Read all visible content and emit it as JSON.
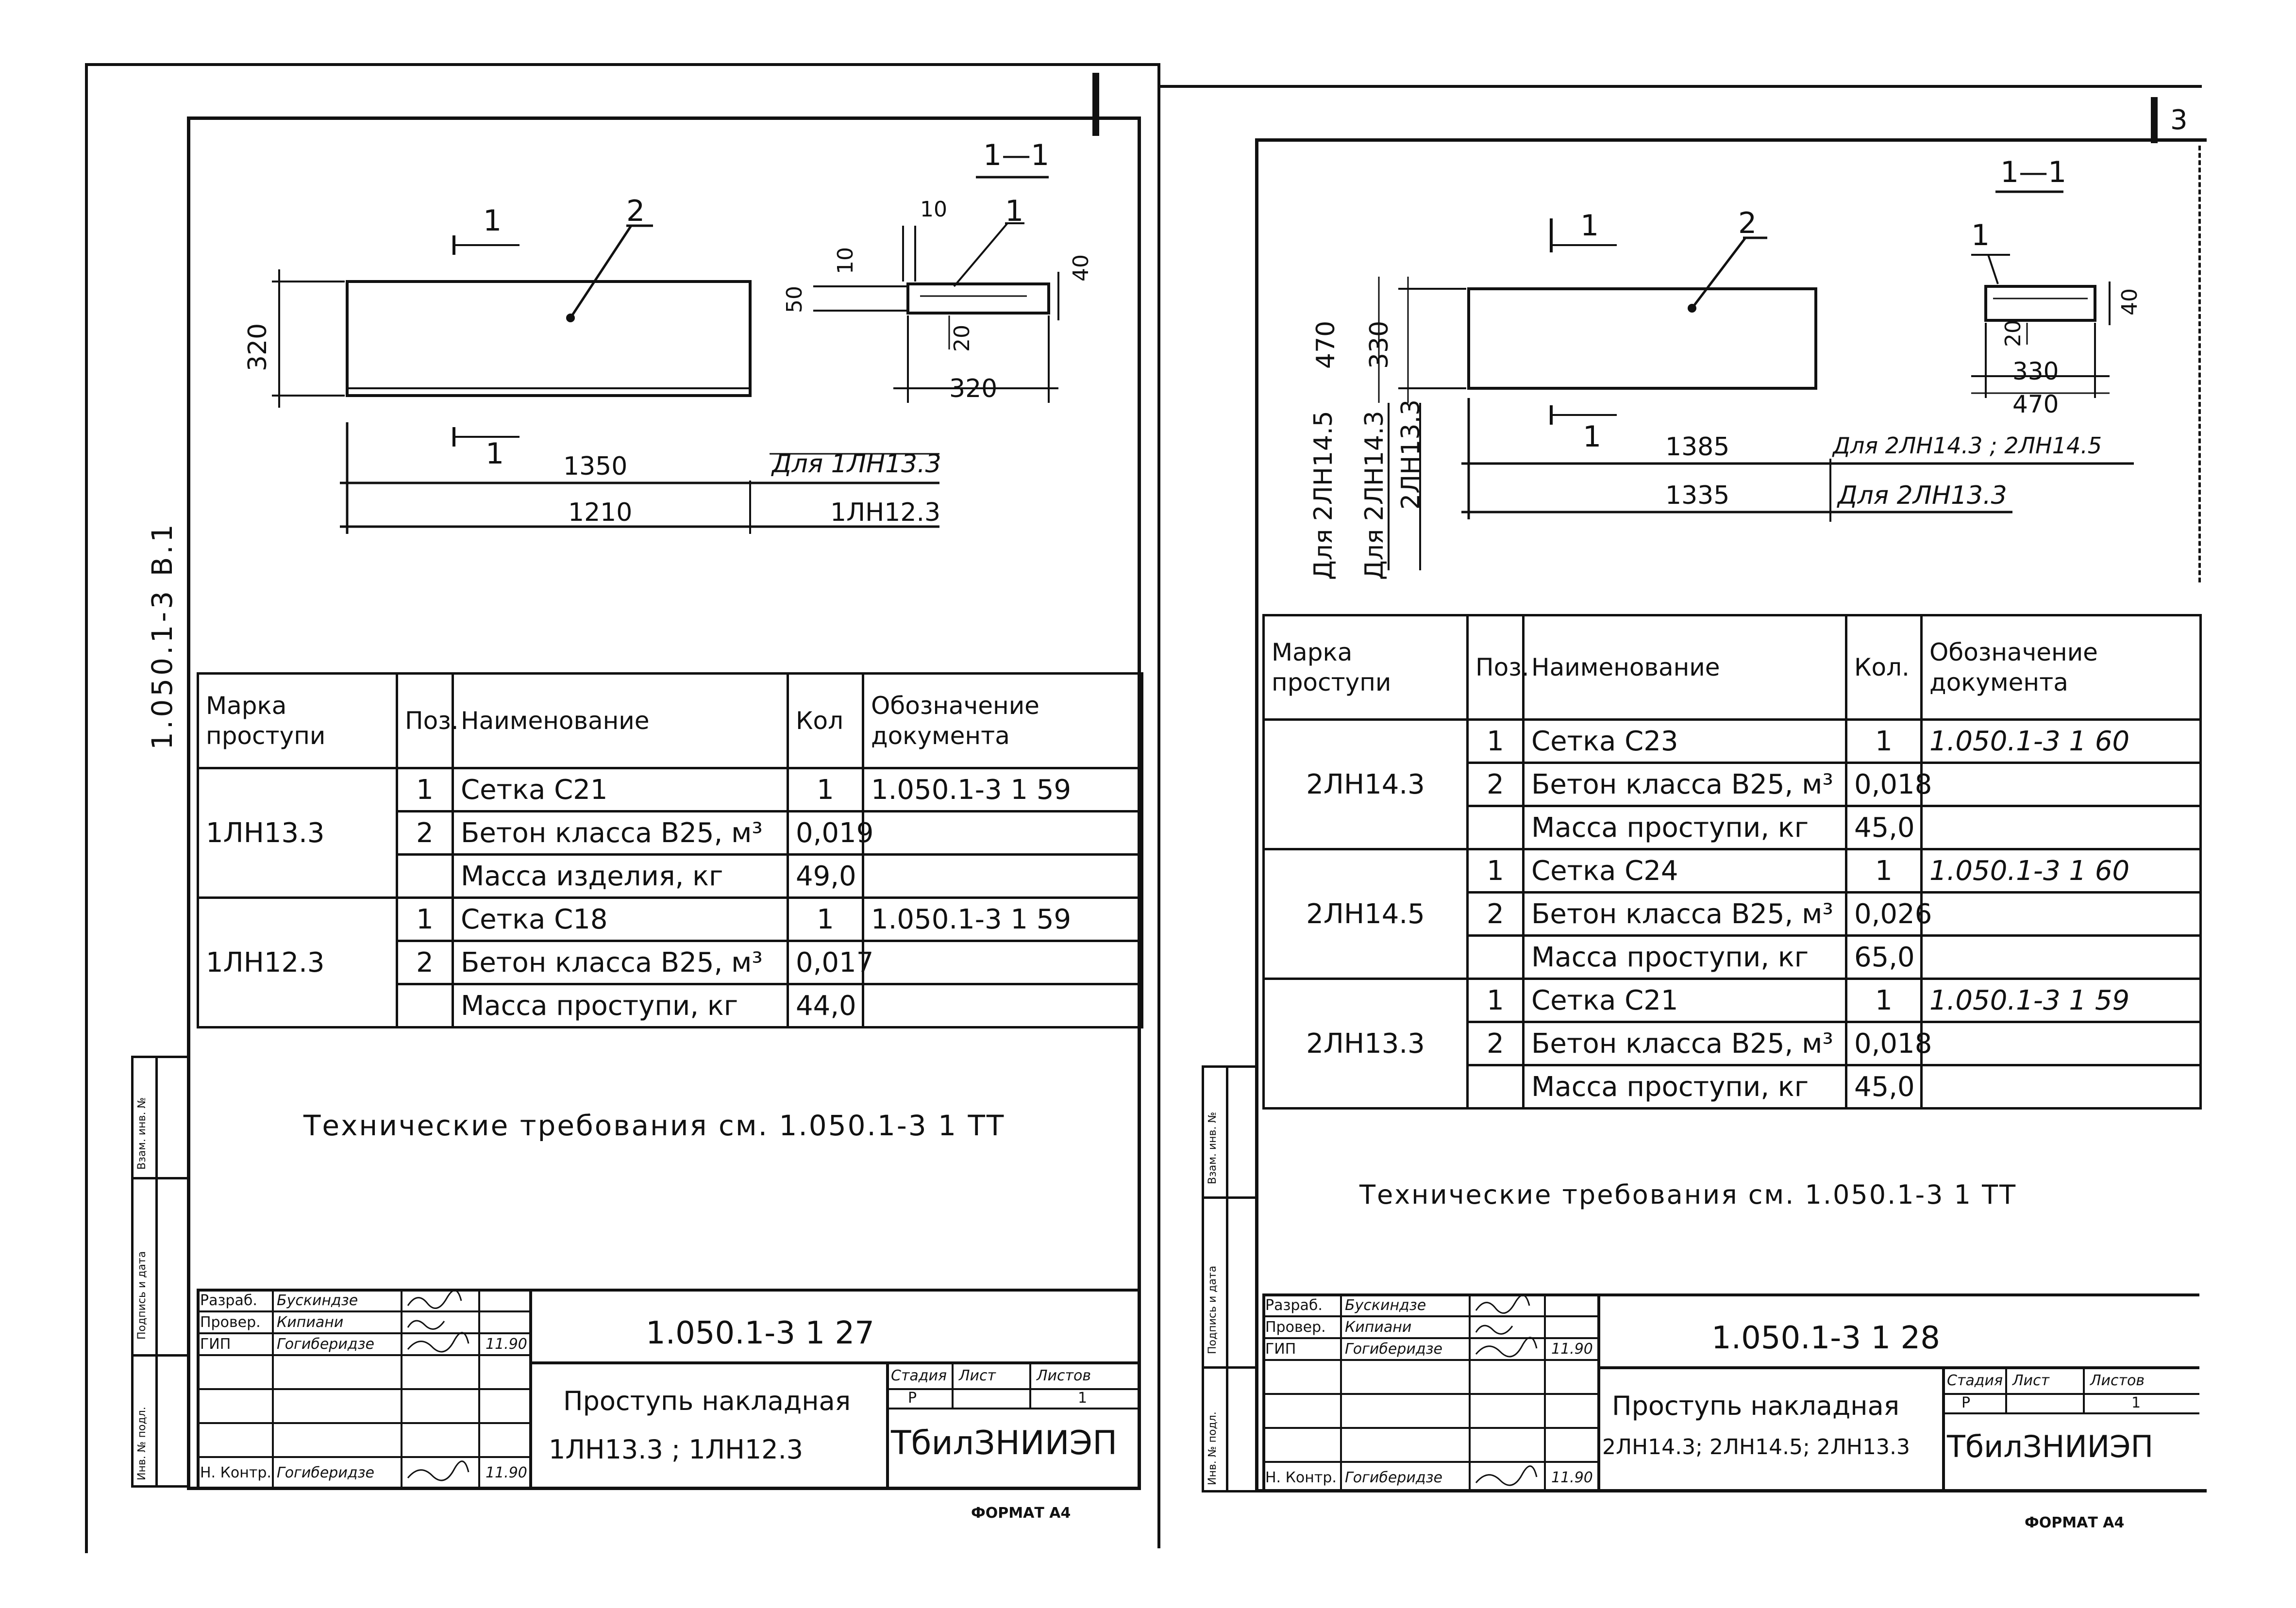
{
  "left": {
    "side_code": "1.050.1-3  В.1",
    "corner_mark": "",
    "drawing": {
      "section_title": "1—1",
      "cut_label_top": "1",
      "cut_label_bottom": "1",
      "pos_2": "2",
      "pos_1": "1",
      "dim_height": "320",
      "dim_len_1": "1350",
      "dim_len_2": "1210",
      "note_len_1": "Для 1ЛН13.3",
      "note_len_2": "1ЛН12.3",
      "sec_dim_10a": "10",
      "sec_dim_10b": "10",
      "sec_dim_50": "50",
      "sec_dim_40": "40",
      "sec_dim_20": "20",
      "sec_dim_width": "320"
    },
    "table": {
      "headers": [
        "Марка проступи",
        "Поз.",
        "Наименование",
        "Кол",
        "Обозначение документа"
      ],
      "groups": [
        {
          "mark": "1ЛН13.3",
          "rows": [
            {
              "pos": "1",
              "name": "Сетка  С21",
              "qty": "1",
              "doc": "1.050.1-3 1  59"
            },
            {
              "pos": "2",
              "name": "Бетон класса В25, м³",
              "qty": "0,019",
              "doc": ""
            },
            {
              "pos": "",
              "name": "Масса изделия, кг",
              "qty": "49,0",
              "doc": ""
            }
          ]
        },
        {
          "mark": "1ЛН12.3",
          "rows": [
            {
              "pos": "1",
              "name": "Сетка  С18",
              "qty": "1",
              "doc": "1.050.1-3 1  59"
            },
            {
              "pos": "2",
              "name": "Бетон класса В25, м³",
              "qty": "0,017",
              "doc": ""
            },
            {
              "pos": "",
              "name": "Масса проступи, кг",
              "qty": "44,0",
              "doc": ""
            }
          ]
        }
      ]
    },
    "tech_note": "Технические  требования  см.  1.050.1-3  1  ТТ",
    "title_block": {
      "code": "1.050.1-3   1   27",
      "title_line1": "Проступь накладная",
      "title_line2": "1ЛН13.3 ; 1ЛН12.3",
      "stage_hdr": "Стадия",
      "sheet_hdr": "Лист",
      "sheets_hdr": "Листов",
      "stage": "Р",
      "sheets": "1",
      "org": "ТбилЗНИИЭП",
      "roles": [
        "Разраб.",
        "Провер.",
        "ГИП",
        "",
        "",
        "Н. Контр."
      ],
      "names": [
        "Бускиндзе",
        "Кипиани",
        "Гогиберидзе",
        "",
        "",
        "Гогиберидзе"
      ],
      "date": "11.90",
      "format": "ФОРМАТ А4"
    },
    "stamps": [
      "Взам. инв. №",
      "Подпись и дата",
      "Инв. № подл."
    ]
  },
  "right": {
    "corner_mark": "3",
    "drawing": {
      "section_title": "1—1",
      "cut_label_top": "1",
      "cut_label_bottom": "1",
      "pos_2": "2",
      "pos_1": "1",
      "dim_470": "470",
      "dim_330": "330",
      "dim_len_1": "1385",
      "dim_len_2": "1335",
      "note_len_1": "Для 2ЛН14.3 ; 2ЛН14.5",
      "note_len_2": "Для 2ЛН13.3",
      "vert_note_1": "Для 2ЛН14.5",
      "vert_note_2": "Для 2ЛН14.3",
      "vert_note_3": "2ЛН13.3",
      "sec_dim_40": "40",
      "sec_dim_20": "20",
      "sec_dim_330": "330",
      "sec_dim_470": "470"
    },
    "table": {
      "headers": [
        "Марка проступи",
        "Поз.",
        "Наименование",
        "Кол.",
        "Обозначение документа"
      ],
      "groups": [
        {
          "mark": "2ЛН14.3",
          "rows": [
            {
              "pos": "1",
              "name": "Сетка  С23",
              "qty": "1",
              "doc": "1.050.1-3 1  60"
            },
            {
              "pos": "2",
              "name": "Бетон класса В25, м³",
              "qty": "0,018",
              "doc": ""
            },
            {
              "pos": "",
              "name": "Масса проступи, кг",
              "qty": "45,0",
              "doc": ""
            }
          ]
        },
        {
          "mark": "2ЛН14.5",
          "rows": [
            {
              "pos": "1",
              "name": "Сетка  С24",
              "qty": "1",
              "doc": "1.050.1-3 1  60"
            },
            {
              "pos": "2",
              "name": "Бетон класса В25, м³",
              "qty": "0,026",
              "doc": ""
            },
            {
              "pos": "",
              "name": "Масса проступи, кг",
              "qty": "65,0",
              "doc": ""
            }
          ]
        },
        {
          "mark": "2ЛН13.3",
          "rows": [
            {
              "pos": "1",
              "name": "Сетка  С21",
              "qty": "1",
              "doc": "1.050.1-3 1  59"
            },
            {
              "pos": "2",
              "name": "Бетон класса В25, м³",
              "qty": "0,018",
              "doc": ""
            },
            {
              "pos": "",
              "name": "Масса проступи, кг",
              "qty": "45,0",
              "doc": ""
            }
          ]
        }
      ]
    },
    "tech_note": "Технические  требования  см.  1.050.1-3  1  ТТ",
    "title_block": {
      "code": "1.050.1-3   1   28",
      "title_line1": "Проступь накладная",
      "title_line2": "2ЛН14.3; 2ЛН14.5; 2ЛН13.3",
      "stage_hdr": "Стадия",
      "sheet_hdr": "Лист",
      "sheets_hdr": "Листов",
      "stage": "Р",
      "sheets": "1",
      "org": "ТбилЗНИИЭП",
      "roles": [
        "Разраб.",
        "Провер.",
        "ГИП",
        "",
        "",
        "Н. Контр."
      ],
      "names": [
        "Бускиндзе",
        "Кипиани",
        "Гогиберидзе",
        "",
        "",
        "Гогиберидзе"
      ],
      "date": "11.90",
      "format": "ФОРМАТ А4"
    },
    "stamps": [
      "Взам. инв. №",
      "Подпись и дата",
      "Инв. № подл."
    ]
  }
}
